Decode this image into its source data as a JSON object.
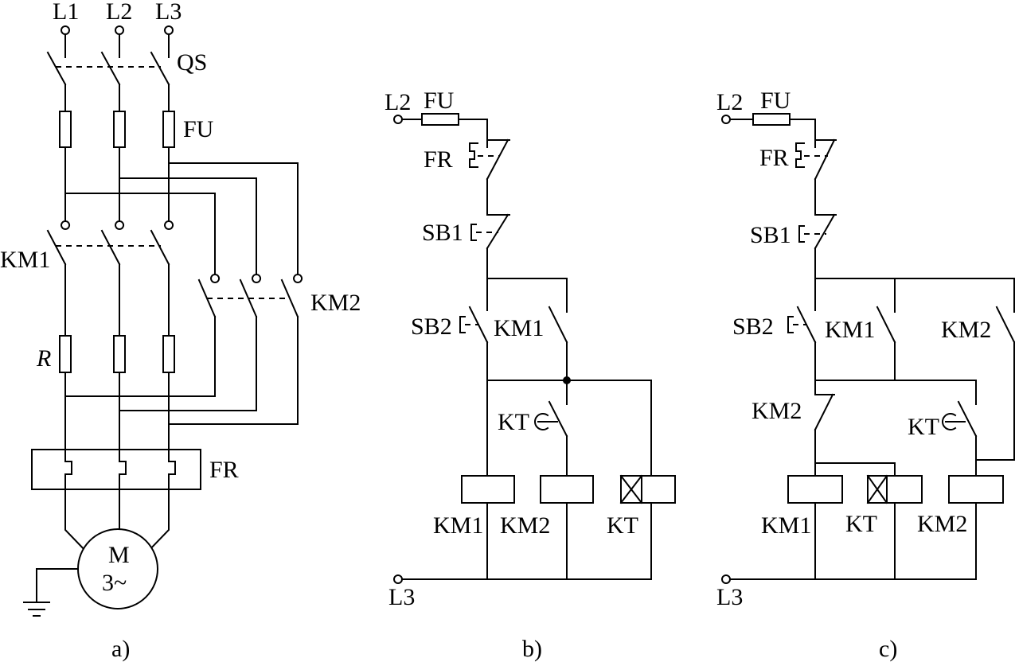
{
  "panel_a": {
    "phases": [
      "L1",
      "L2",
      "L3"
    ],
    "switch": "QS",
    "fuse": "FU",
    "contactor1": "KM1",
    "contactor2": "KM2",
    "resistor": "R",
    "overload": "FR",
    "motor_letter": "M",
    "motor_sub": "3~",
    "caption": "a)"
  },
  "panel_b": {
    "supply_top": "L2",
    "fuse": "FU",
    "overload": "FR",
    "stop_button": "SB1",
    "start_button": "SB2",
    "hold_contact": "KM1",
    "timer_contact": "KT",
    "coil1": "KM1",
    "coil2": "KM2",
    "coil3": "KT",
    "supply_bottom": "L3",
    "caption": "b)"
  },
  "panel_c": {
    "supply_top": "L2",
    "fuse": "FU",
    "overload": "FR",
    "stop_button": "SB1",
    "start_button": "SB2",
    "hold_contact1": "KM1",
    "hold_contact2": "KM2",
    "interlock": "KM2",
    "timer_contact": "KT",
    "coil1": "KM1",
    "coil2": "KT",
    "coil3": "KM2",
    "supply_bottom": "L3",
    "caption": "c)"
  }
}
